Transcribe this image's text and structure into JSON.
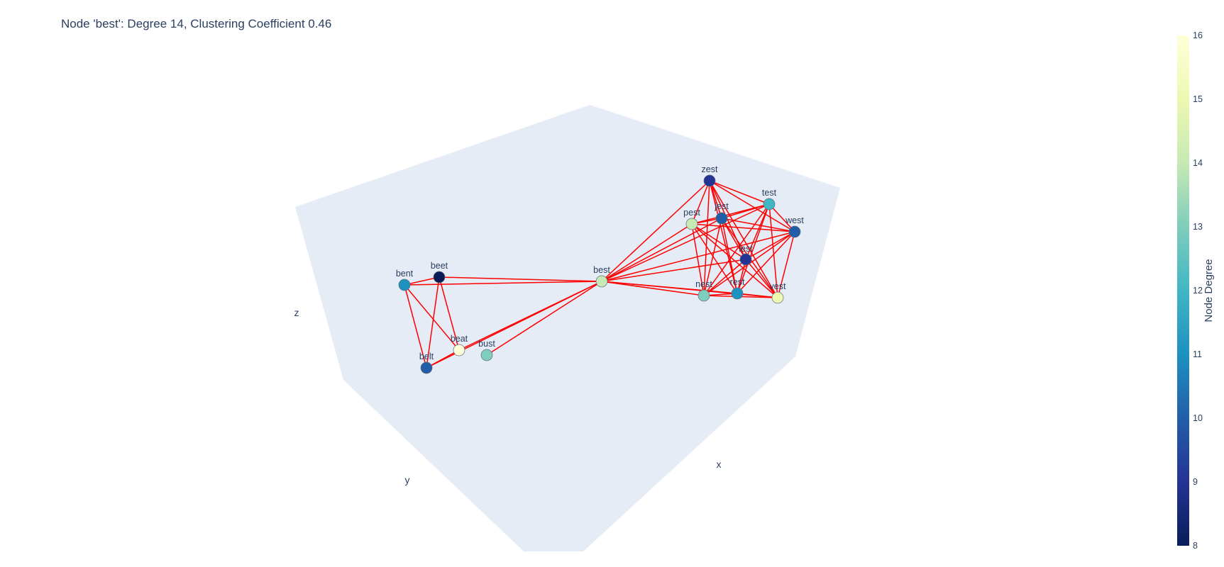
{
  "chart_data": {
    "type": "scatter",
    "subtype": "3d-network",
    "title": "Node 'best': Degree 14, Clustering Coefficient 0.46",
    "axes": {
      "x": "x",
      "y": "y",
      "z": "z"
    },
    "colorbar": {
      "title": "Node Degree",
      "range": [
        8,
        16
      ],
      "ticks": [
        8,
        9,
        10,
        11,
        12,
        13,
        14,
        15,
        16
      ],
      "colorscale": "YlGnBu"
    },
    "edge_color": "#ff0000",
    "plane_color": "#e5ecf6",
    "nodes": [
      {
        "label": "zest",
        "degree": 9
      },
      {
        "label": "test",
        "degree": 12
      },
      {
        "label": "pest",
        "degree": 14
      },
      {
        "label": "jest",
        "degree": 10
      },
      {
        "label": "west",
        "degree": 10
      },
      {
        "label": "lest",
        "degree": 9
      },
      {
        "label": "nest",
        "degree": 13
      },
      {
        "label": "rest",
        "degree": 11
      },
      {
        "label": "vest",
        "degree": 15
      },
      {
        "label": "best",
        "degree": 14
      },
      {
        "label": "beet",
        "degree": 8
      },
      {
        "label": "bent",
        "degree": 11
      },
      {
        "label": "beat",
        "degree": 16
      },
      {
        "label": "bust",
        "degree": 13
      },
      {
        "label": "belt",
        "degree": 10
      }
    ],
    "edges": [
      [
        "bent",
        "beet"
      ],
      [
        "bent",
        "best"
      ],
      [
        "bent",
        "belt"
      ],
      [
        "bent",
        "beat"
      ],
      [
        "beet",
        "best"
      ],
      [
        "beet",
        "belt"
      ],
      [
        "beet",
        "beat"
      ],
      [
        "belt",
        "beat"
      ],
      [
        "belt",
        "best"
      ],
      [
        "beat",
        "best"
      ],
      [
        "bust",
        "best"
      ],
      [
        "best",
        "zest"
      ],
      [
        "best",
        "test"
      ],
      [
        "best",
        "pest"
      ],
      [
        "best",
        "jest"
      ],
      [
        "best",
        "west"
      ],
      [
        "best",
        "lest"
      ],
      [
        "best",
        "nest"
      ],
      [
        "best",
        "rest"
      ],
      [
        "best",
        "vest"
      ],
      [
        "zest",
        "test"
      ],
      [
        "zest",
        "pest"
      ],
      [
        "zest",
        "jest"
      ],
      [
        "zest",
        "west"
      ],
      [
        "zest",
        "lest"
      ],
      [
        "zest",
        "nest"
      ],
      [
        "zest",
        "rest"
      ],
      [
        "zest",
        "vest"
      ],
      [
        "test",
        "pest"
      ],
      [
        "test",
        "jest"
      ],
      [
        "test",
        "west"
      ],
      [
        "test",
        "lest"
      ],
      [
        "test",
        "nest"
      ],
      [
        "test",
        "rest"
      ],
      [
        "test",
        "vest"
      ],
      [
        "pest",
        "jest"
      ],
      [
        "pest",
        "west"
      ],
      [
        "pest",
        "lest"
      ],
      [
        "pest",
        "nest"
      ],
      [
        "pest",
        "rest"
      ],
      [
        "pest",
        "vest"
      ],
      [
        "jest",
        "west"
      ],
      [
        "jest",
        "lest"
      ],
      [
        "jest",
        "nest"
      ],
      [
        "jest",
        "rest"
      ],
      [
        "jest",
        "vest"
      ],
      [
        "west",
        "lest"
      ],
      [
        "west",
        "nest"
      ],
      [
        "west",
        "rest"
      ],
      [
        "west",
        "vest"
      ],
      [
        "lest",
        "nest"
      ],
      [
        "lest",
        "rest"
      ],
      [
        "lest",
        "vest"
      ],
      [
        "nest",
        "rest"
      ],
      [
        "nest",
        "vest"
      ],
      [
        "rest",
        "vest"
      ]
    ]
  }
}
